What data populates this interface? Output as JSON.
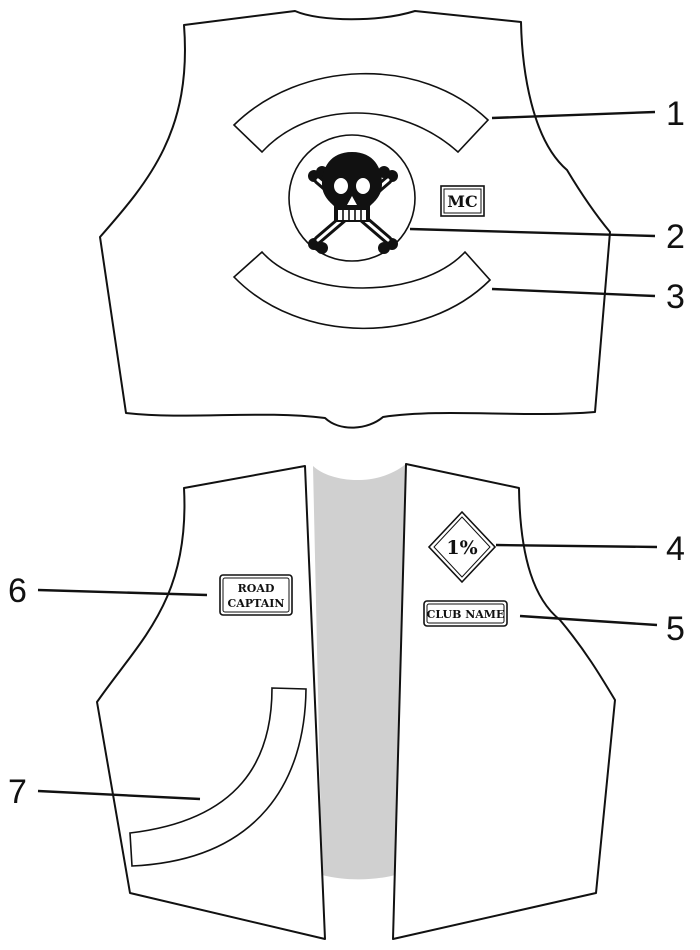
{
  "colors": {
    "ink": "#111111",
    "lining": "#d0d0d0",
    "paper": "#ffffff"
  },
  "patches": {
    "mc": "MC",
    "one_percent": "1%",
    "road_captain_line1": "ROAD",
    "road_captain_line2": "CAPTAIN",
    "club_name": "CLUB NAME"
  },
  "callouts": [
    "1",
    "2",
    "3",
    "4",
    "5",
    "6",
    "7"
  ],
  "icons": {
    "center_patch": "skull-crossbones-icon"
  }
}
